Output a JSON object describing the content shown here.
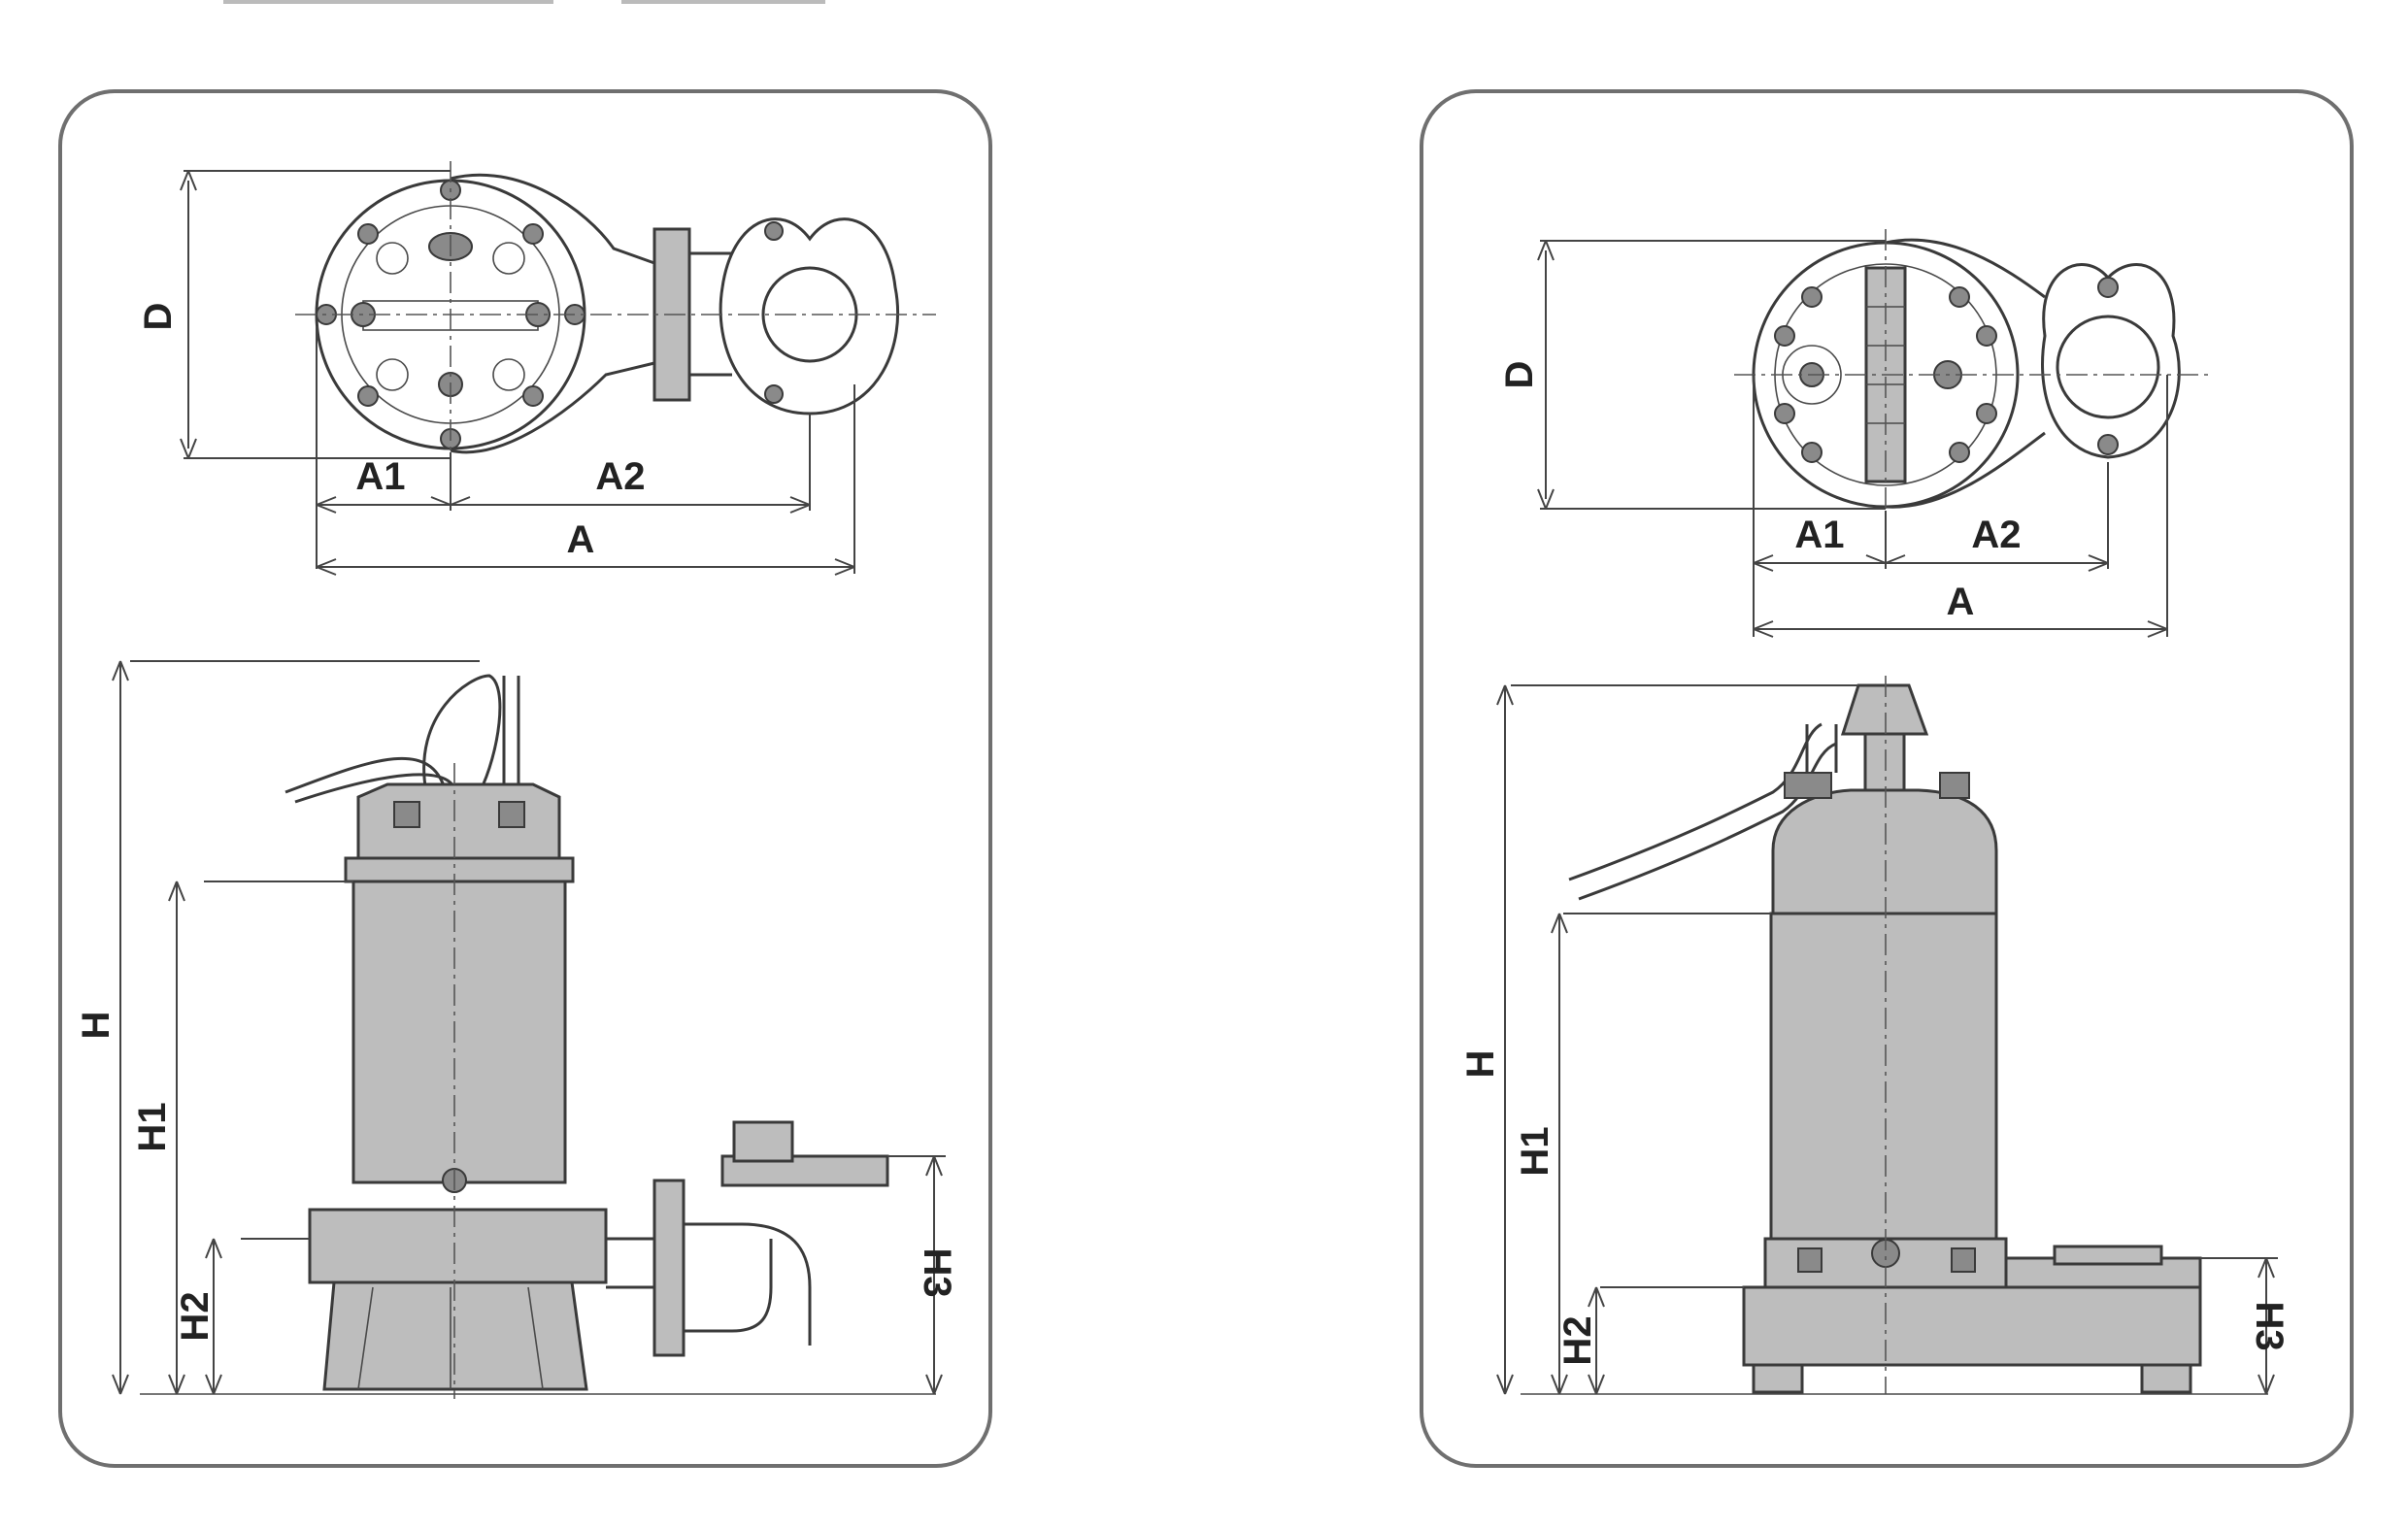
{
  "colors": {
    "line": "#3a3a3a",
    "fill": "#bdbdbd",
    "frame": "#6f6f6f"
  },
  "left": {
    "top_view": {
      "D": "D",
      "A1": "A1",
      "A2": "A2",
      "A": "A"
    },
    "side_view": {
      "H": "H",
      "H1": "H1",
      "H2": "H2",
      "H3": "H3"
    }
  },
  "right": {
    "top_view": {
      "D": "D",
      "A1": "A1",
      "A2": "A2",
      "A": "A"
    },
    "side_view": {
      "H": "H",
      "H1": "H1",
      "H2": "H2",
      "H3": "H3"
    }
  }
}
